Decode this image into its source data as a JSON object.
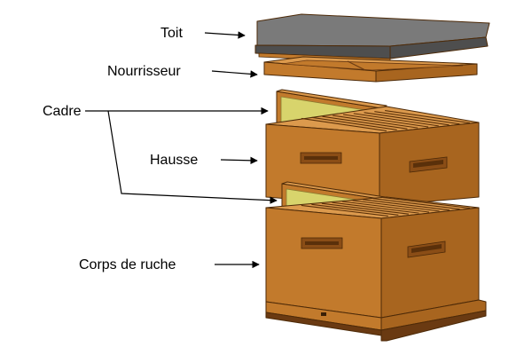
{
  "labels": {
    "toit": "Toit",
    "nourrisseur": "Nourrisseur",
    "cadre": "Cadre",
    "hausse": "Hausse",
    "corps": "Corps de ruche"
  },
  "colors": {
    "wood_front": "#c27a2c",
    "wood_side": "#a8651f",
    "wood_top": "#dc9a4d",
    "wood_dark": "#6a3a12",
    "roof_top": "#7a7a7a",
    "roof_side": "#4e4e4e",
    "frame_wax": "#d8d46c"
  }
}
